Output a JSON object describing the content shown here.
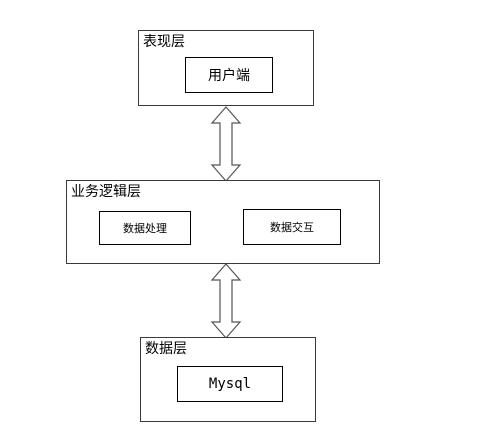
{
  "layers": {
    "presentation": {
      "title": "表现层",
      "boxes": [
        "用户端"
      ]
    },
    "business": {
      "title": "业务逻辑层",
      "boxes": [
        "数据处理",
        "数据交互"
      ]
    },
    "data": {
      "title": "数据层",
      "boxes": [
        "Mysql"
      ]
    }
  }
}
